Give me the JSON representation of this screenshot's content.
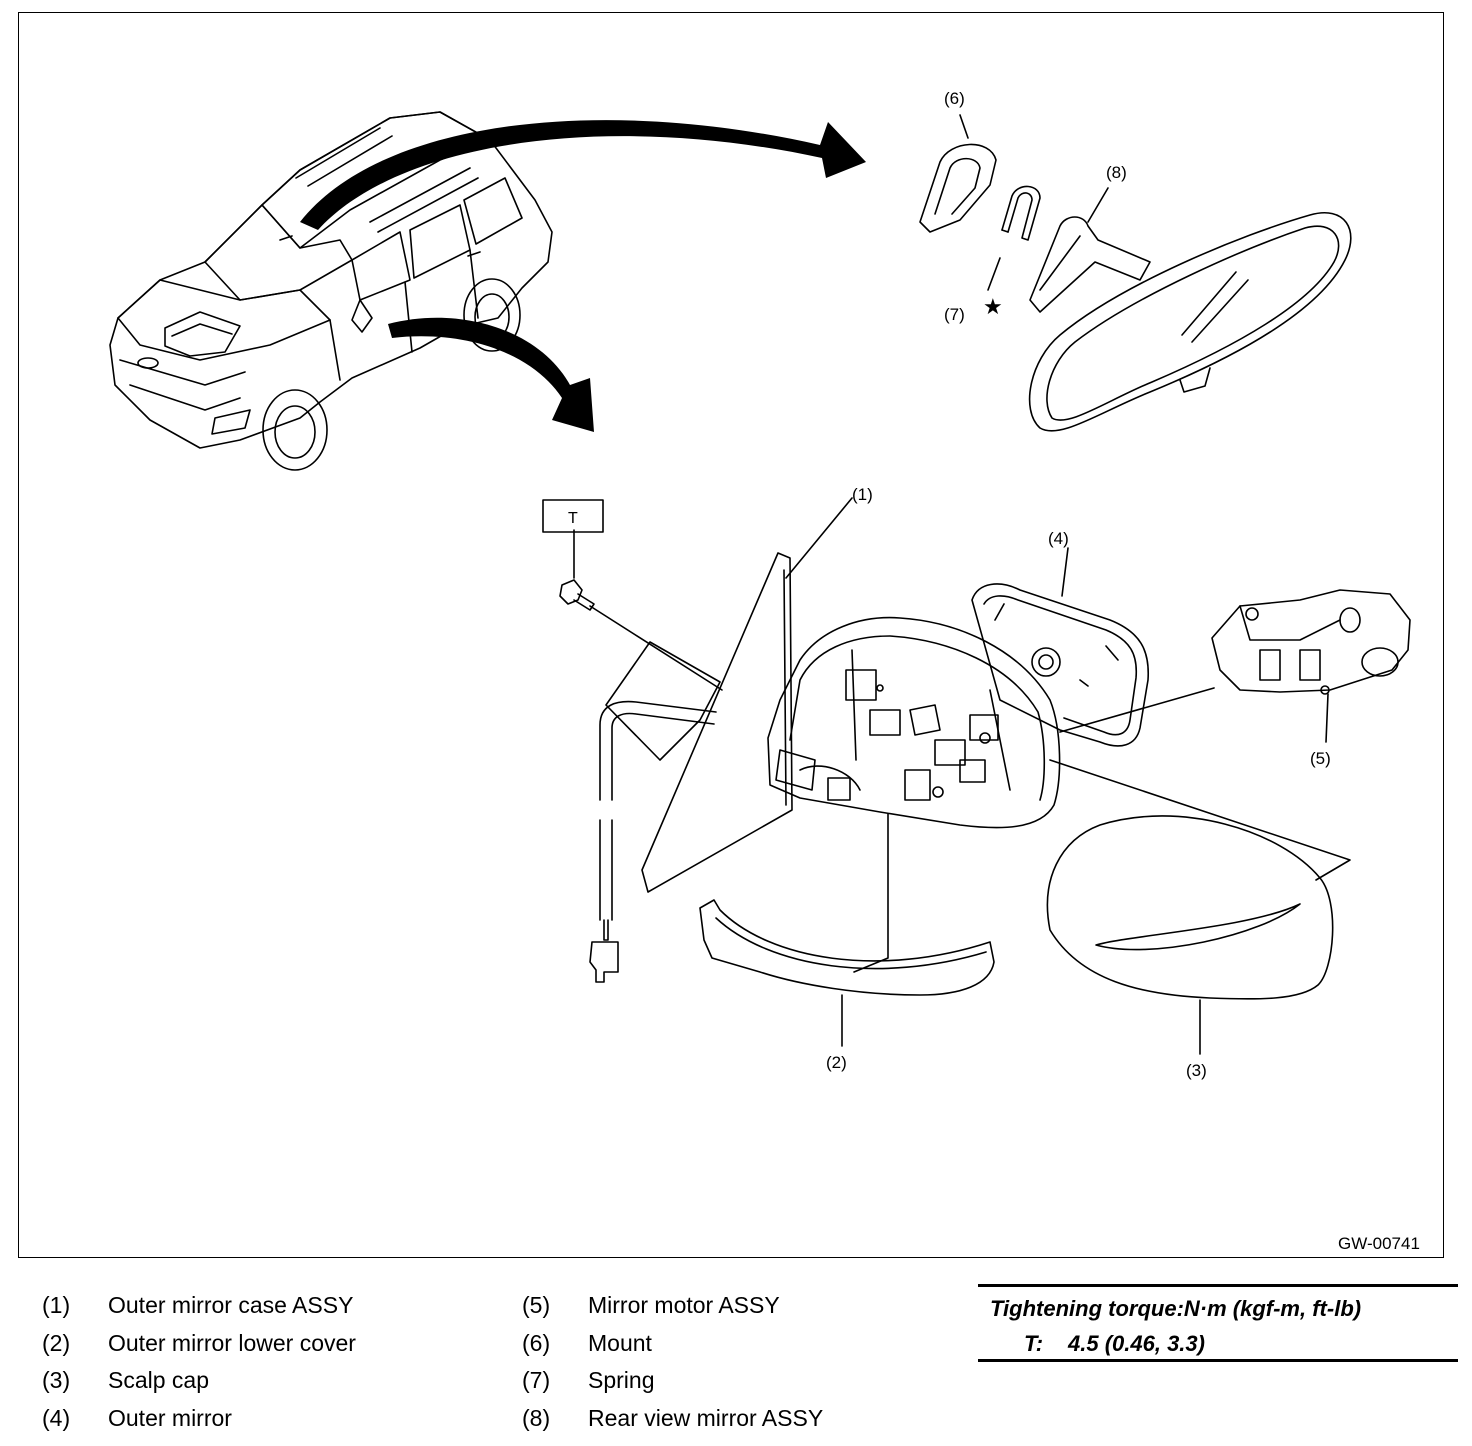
{
  "diagram": {
    "code": "GW-00741",
    "callouts": {
      "c1": "(1)",
      "c2": "(2)",
      "c3": "(3)",
      "c4": "(4)",
      "c5": "(5)",
      "c6": "(6)",
      "c7": "(7)",
      "c8": "(8)"
    },
    "torque_tag": "T",
    "star_mark": "★"
  },
  "legend": {
    "left": [
      {
        "num": "(1)",
        "label": "Outer mirror case ASSY"
      },
      {
        "num": "(2)",
        "label": "Outer mirror lower cover"
      },
      {
        "num": "(3)",
        "label": "Scalp cap"
      },
      {
        "num": "(4)",
        "label": "Outer mirror"
      }
    ],
    "right": [
      {
        "num": "(5)",
        "label": "Mirror motor ASSY"
      },
      {
        "num": "(6)",
        "label": "Mount"
      },
      {
        "num": "(7)",
        "label": "Spring"
      },
      {
        "num": "(8)",
        "label": "Rear view mirror ASSY"
      }
    ]
  },
  "torque": {
    "title": "Tightening torque:N·m (kgf-m, ft-lb)",
    "label": "T:",
    "value": "4.5 (0.46, 3.3)"
  }
}
